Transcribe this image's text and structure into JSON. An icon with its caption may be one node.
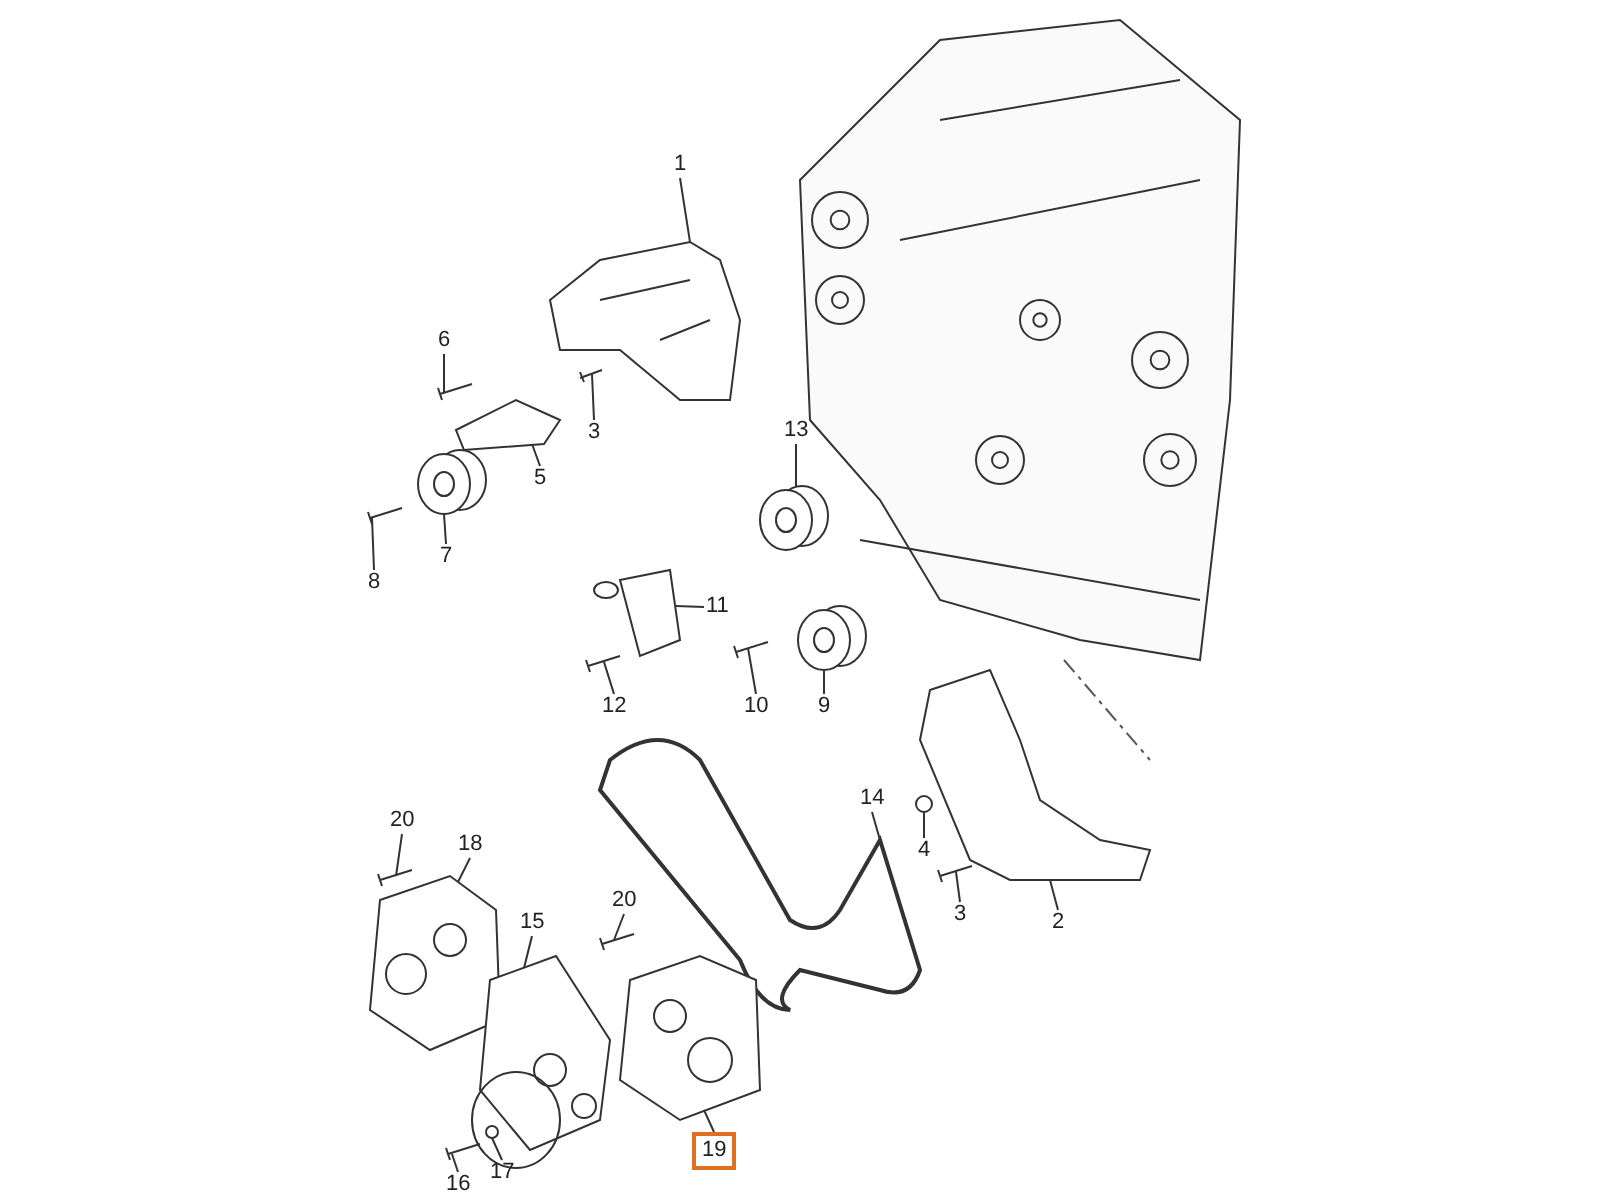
{
  "diagram": {
    "nodes": [
      {
        "text": [
          "1"
        ]
      },
      {
        "text": [
          "6"
        ]
      },
      {
        "text": [
          "3"
        ]
      },
      {
        "text": [
          "5"
        ]
      },
      {
        "text": [
          "13"
        ]
      },
      {
        "text": [
          "7"
        ]
      },
      {
        "text": [
          "8"
        ]
      },
      {
        "text": [
          "11"
        ]
      },
      {
        "text": [
          "12"
        ]
      },
      {
        "text": [
          "10"
        ]
      },
      {
        "text": [
          "9"
        ]
      },
      {
        "text": [
          "14"
        ]
      },
      {
        "text": [
          "20"
        ]
      },
      {
        "text": [
          "18"
        ]
      },
      {
        "text": [
          "4"
        ]
      },
      {
        "text": [
          "15"
        ]
      },
      {
        "text": [
          "20"
        ]
      },
      {
        "text": [
          "3"
        ]
      },
      {
        "text": [
          "2"
        ]
      },
      {
        "text": [
          "19"
        ]
      },
      {
        "text": [
          "16"
        ]
      },
      {
        "text": [
          "17"
        ]
      },
      {
        "text": [],
        "shape": "picture"
      },
      {
        "text": [],
        "shape": "picture"
      },
      {
        "text": [],
        "shape": "picture"
      },
      {
        "text": [],
        "shape": "picture"
      },
      {
        "text": [],
        "shape": "picture"
      },
      {
        "text": [],
        "shape": "picture"
      },
      {
        "text": [],
        "shape": "picture"
      },
      {
        "text": [],
        "shape": "picture"
      },
      {
        "text": [],
        "shape": "picture"
      },
      {
        "text": [],
        "shape": "picture"
      },
      {
        "text": [],
        "shape": "picture"
      },
      {
        "text": [],
        "shape": "picture"
      },
      {
        "text": [],
        "shape": "picture"
      },
      {
        "text": [],
        "shape": "picture"
      },
      {
        "text": [],
        "shape": "picture"
      },
      {
        "text": [],
        "shape": "picture"
      },
      {
        "text": [],
        "shape": "picture"
      },
      {
        "text": [],
        "shape": "picture"
      },
      {
        "text": [],
        "shape": "picture"
      },
      {
        "text": [],
        "shape": "picture"
      },
      {
        "text": [],
        "shape": "picture"
      },
      {
        "text": [],
        "shape": "circle"
      }
    ],
    "edges": [
      {
        "from": 0,
        "to": 22,
        "arrow": "none"
      },
      {
        "from": 1,
        "to": 23,
        "arrow": "none"
      },
      {
        "from": 2,
        "to": 24,
        "arrow": "none"
      },
      {
        "from": 3,
        "to": 25,
        "arrow": "none"
      },
      {
        "from": 4,
        "to": 26,
        "arrow": "none"
      },
      {
        "from": 5,
        "to": 27,
        "arrow": "none"
      },
      {
        "from": 6,
        "to": 28,
        "arrow": "none"
      },
      {
        "from": 7,
        "to": 29,
        "arrow": "none"
      },
      {
        "from": 8,
        "to": 30,
        "arrow": "none"
      },
      {
        "from": 9,
        "to": 31,
        "arrow": "none"
      },
      {
        "from": 10,
        "to": 32,
        "arrow": "none"
      },
      {
        "from": 11,
        "to": 33,
        "arrow": "none"
      },
      {
        "from": 12,
        "to": 34,
        "arrow": "none"
      },
      {
        "from": 13,
        "to": 35,
        "arrow": "none"
      },
      {
        "from": 14,
        "to": 36,
        "arrow": "none"
      },
      {
        "from": 15,
        "to": 37,
        "arrow": "none"
      },
      {
        "from": 16,
        "to": 38,
        "arrow": "none"
      },
      {
        "from": 17,
        "to": 39,
        "arrow": "none"
      },
      {
        "from": 18,
        "to": 40,
        "arrow": "none"
      },
      {
        "from": 19,
        "to": 41,
        "arrow": "none"
      },
      {
        "from": 20,
        "to": 42,
        "arrow": "none"
      },
      {
        "from": 21,
        "to": 43,
        "arrow": "none"
      }
    ]
  }
}
